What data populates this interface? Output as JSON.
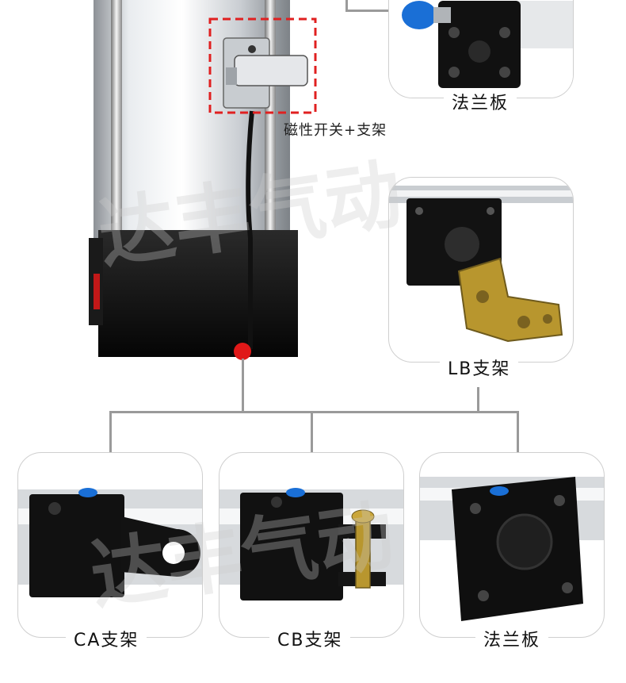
{
  "watermark": "达丰气动",
  "callout": {
    "label": "磁性开关+支架"
  },
  "accessories": [
    {
      "id": "flange-top",
      "label": "法兰板"
    },
    {
      "id": "lb",
      "label": "LB支架"
    },
    {
      "id": "ca",
      "label": "CA支架"
    },
    {
      "id": "cb",
      "label": "CB支架"
    },
    {
      "id": "flange-bottom",
      "label": "法兰板"
    }
  ],
  "colors": {
    "highlight": "#e02020",
    "connector": "#9a9a9a",
    "card_border": "#cfcfcf",
    "port_blue": "#1a6fd6",
    "bracket_gold": "#b8962e"
  }
}
